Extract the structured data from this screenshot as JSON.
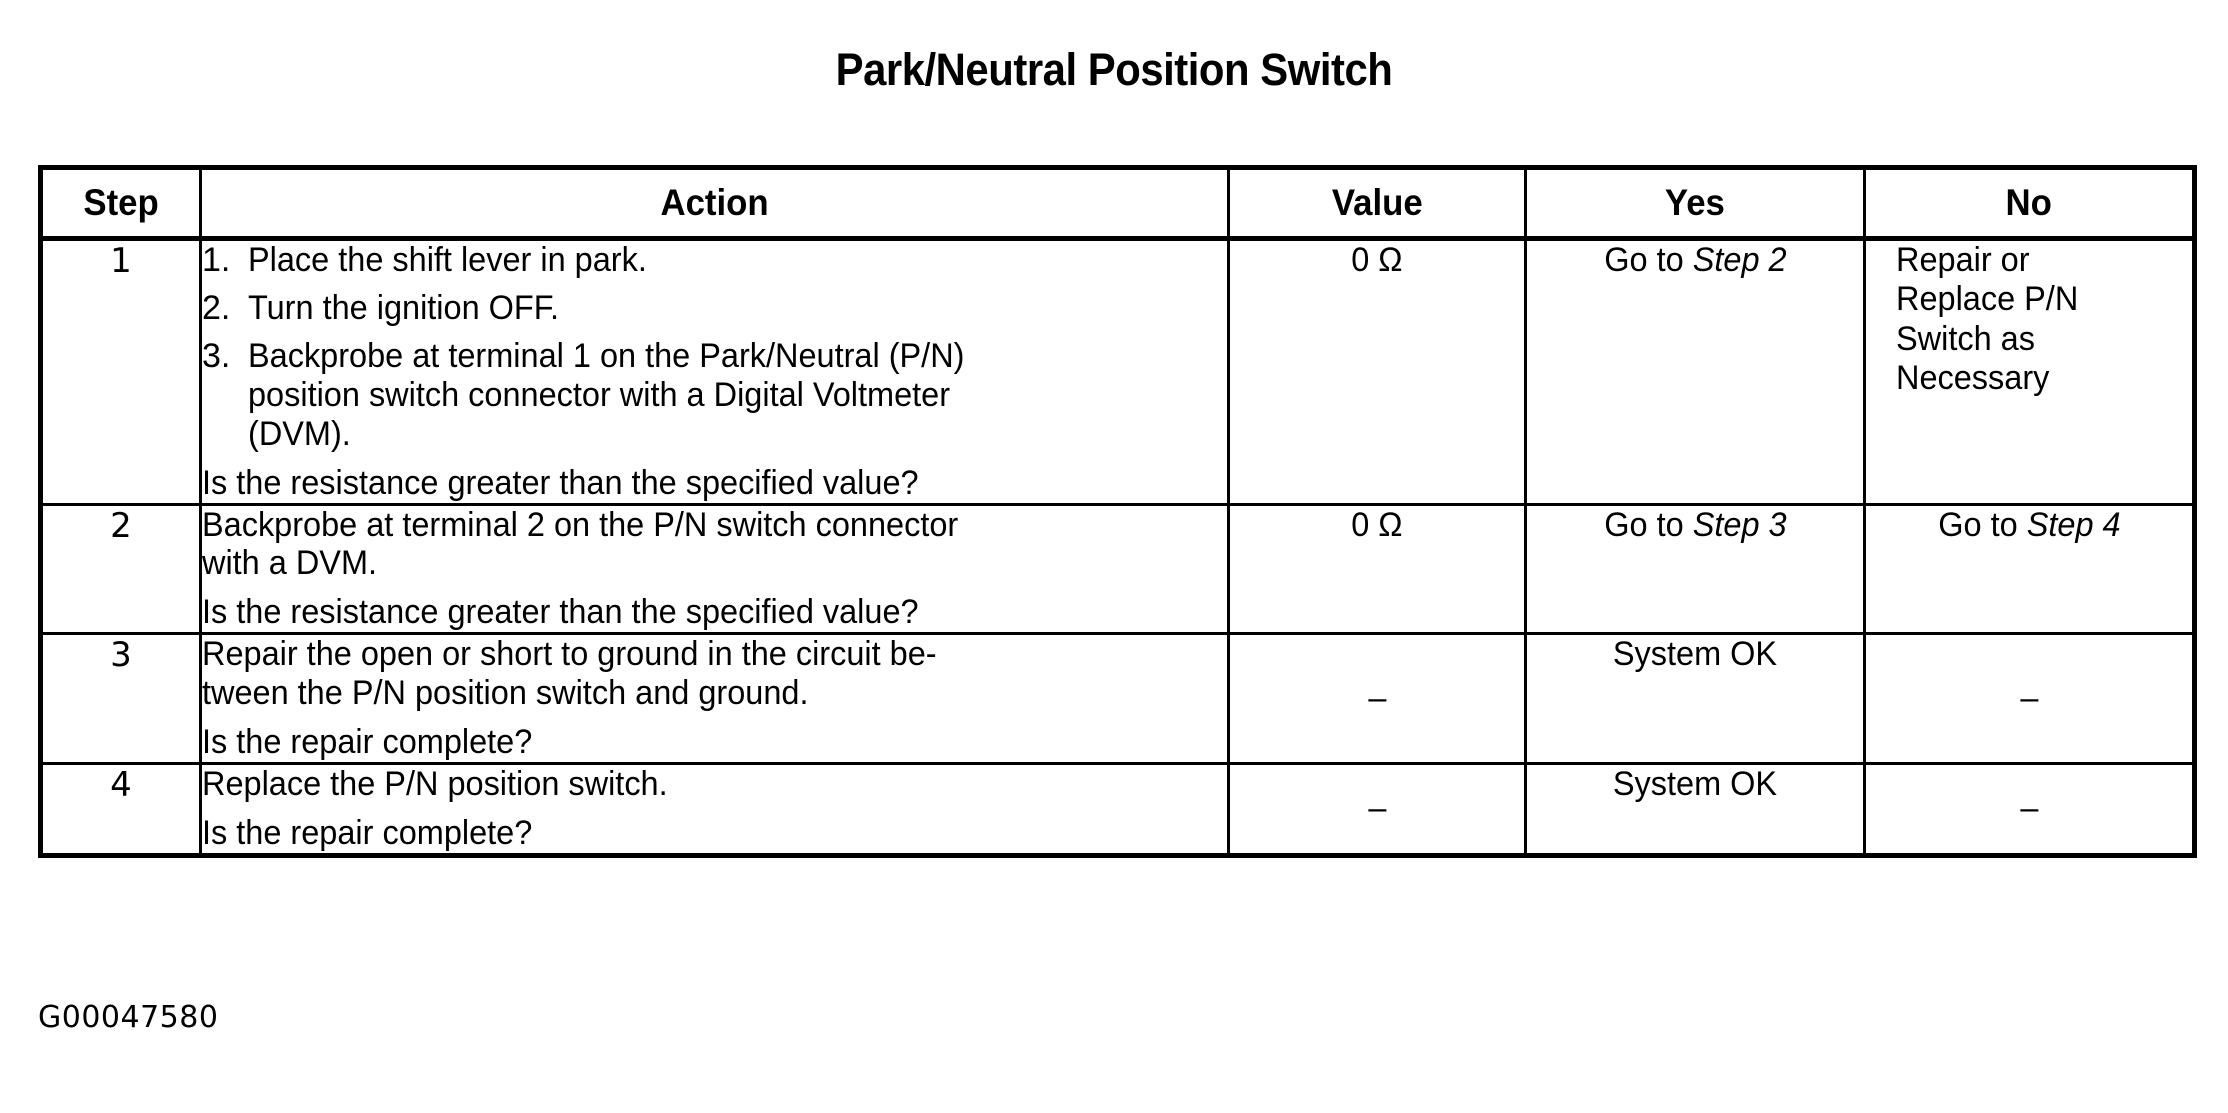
{
  "document": {
    "title": "Park/Neutral Position Switch",
    "figure_code": "G00047580"
  },
  "table": {
    "headers": {
      "step": "Step",
      "action": "Action",
      "value": "Value",
      "yes": "Yes",
      "no": "No"
    },
    "rows": [
      {
        "step": "1",
        "action_items": [
          {
            "num": "1.",
            "lines": [
              "Place the shift lever in park."
            ]
          },
          {
            "num": "2.",
            "lines": [
              "Turn the ignition OFF."
            ]
          },
          {
            "num": "3.",
            "lines": [
              "Backprobe at terminal 1 on the Park/Neutral (P/N)",
              "position switch connector with a Digital Voltmeter",
              "(DVM)."
            ]
          }
        ],
        "question": "Is the resistance greater than the specified value?",
        "value": "0 Ω",
        "yes_prefix": "Go to ",
        "yes_ref": "Step 2",
        "no_lines": [
          "Repair or",
          "Replace P/N",
          "Switch as",
          "Necessary"
        ]
      },
      {
        "step": "2",
        "action_lines": [
          "Backprobe at terminal 2 on the P/N switch connector",
          "with a DVM."
        ],
        "question": "Is the resistance greater than the specified value?",
        "value": "0 Ω",
        "yes_prefix": "Go to ",
        "yes_ref": "Step 3",
        "no_prefix": "Go to ",
        "no_ref": "Step 4"
      },
      {
        "step": "3",
        "action_lines": [
          "Repair the open or short to ground in the circuit be-",
          "tween the P/N position switch and ground."
        ],
        "question": "Is the repair complete?",
        "value": "–",
        "yes": "System OK",
        "no": "–"
      },
      {
        "step": "4",
        "action_lines": [
          "Replace the P/N position switch."
        ],
        "question": "Is the repair complete?",
        "value": "–",
        "yes": "System OK",
        "no": "–"
      }
    ]
  }
}
